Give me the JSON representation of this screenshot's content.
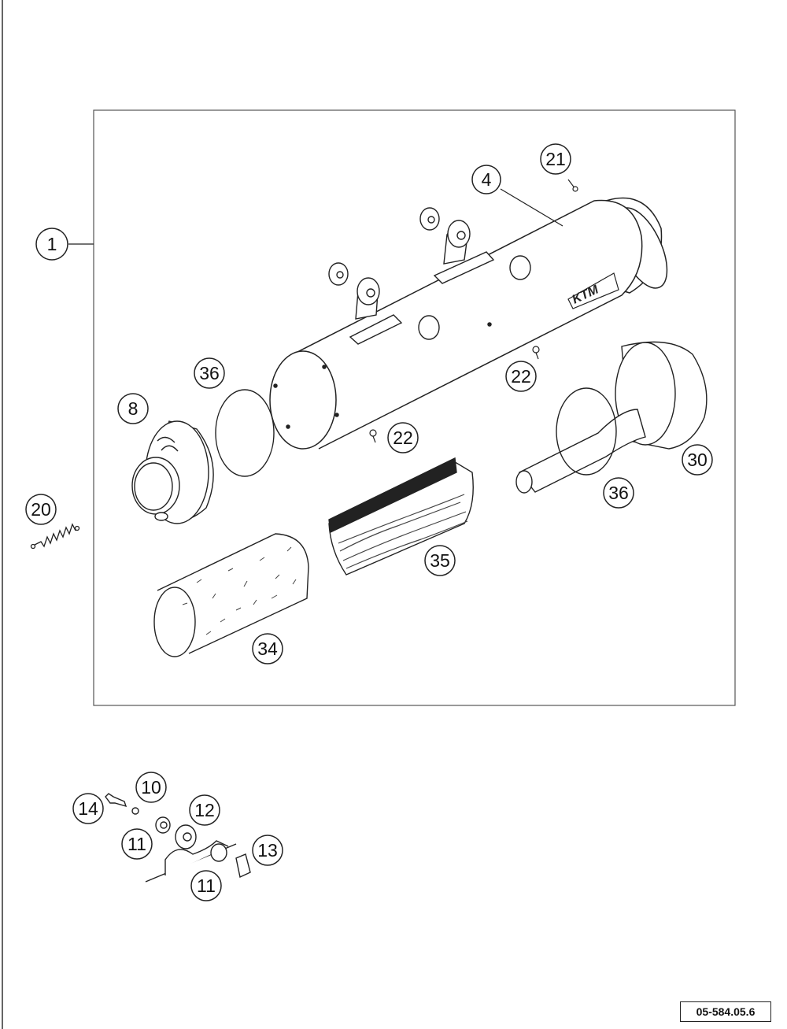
{
  "drawing_number": "05-584.05.6",
  "callouts": {
    "p1": "1",
    "p4": "4",
    "p8": "8",
    "p10": "10",
    "p11a": "11",
    "p11b": "11",
    "p12": "12",
    "p13": "13",
    "p14": "14",
    "p20": "20",
    "p21": "21",
    "p22a": "22",
    "p22b": "22",
    "p30": "30",
    "p34": "34",
    "p35": "35",
    "p36a": "36",
    "p36b": "36"
  }
}
